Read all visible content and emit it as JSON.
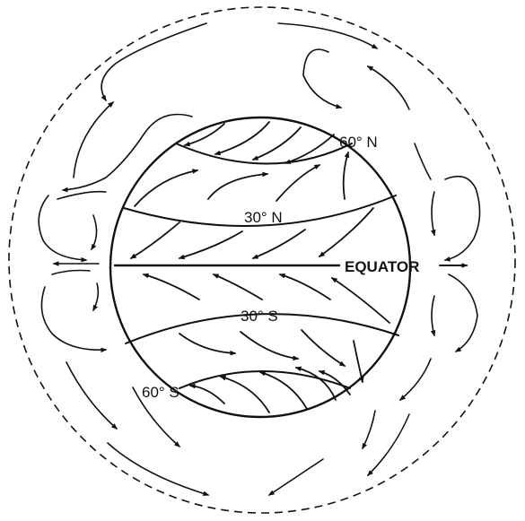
{
  "labels": {
    "lat_60n": "60° N",
    "lat_30n": "30° N",
    "equator": "EQUATOR",
    "lat_30s": "30° S",
    "lat_60s": "60° S"
  },
  "colors": {
    "ink": "#111111",
    "background": "#ffffff"
  }
}
